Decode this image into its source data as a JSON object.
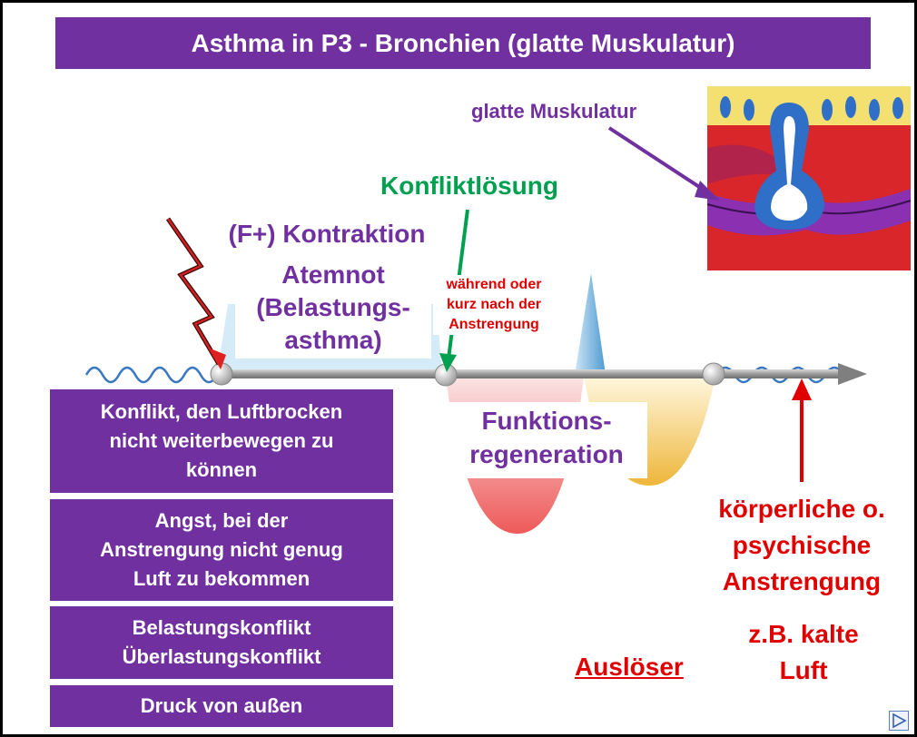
{
  "title": "Asthma in P3 - Bronchien (glatte Muskulatur)",
  "labels": {
    "smooth_muscle": "glatte Muskulatur",
    "conflict_resolution": "Konfliktlösung",
    "contraction": "(F+) Kontraktion",
    "dyspnea_lines": [
      "Atemnot",
      "(Belastungs-",
      "asthma)"
    ],
    "during_after_lines": [
      "während oder",
      "kurz nach der",
      "Anstrengung"
    ],
    "regeneration_lines": [
      "Funktions-",
      "regeneration"
    ],
    "exertion_lines": [
      "körperliche o.",
      "psychische",
      "Anstrengung"
    ],
    "example_lines": [
      "z.B. kalte",
      "Luft"
    ],
    "trigger": "Auslöser"
  },
  "conflict_boxes": [
    {
      "lines": [
        "Konflikt, den Luftbrocken",
        "nicht weiterbewegen zu",
        "können"
      ]
    },
    {
      "lines": [
        "Angst, bei der",
        "Anstrengung nicht genug",
        "Luft zu bekommen"
      ]
    },
    {
      "lines": [
        "Belastungskonflikt",
        "Überlastungskonflikt"
      ]
    },
    {
      "lines": [
        "Druck von außen"
      ]
    }
  ],
  "colors": {
    "title_bg": "#7030a0",
    "purple": "#7030a0",
    "green": "#00a050",
    "red": "#e00000",
    "wave": "#3a78c2",
    "timeline": "#8a8a8a",
    "red_lobe": "#f06060",
    "yellow_lobe": "#f0c040"
  },
  "icons": [
    "lightning-bolt-icon",
    "next-slide-icon"
  ]
}
